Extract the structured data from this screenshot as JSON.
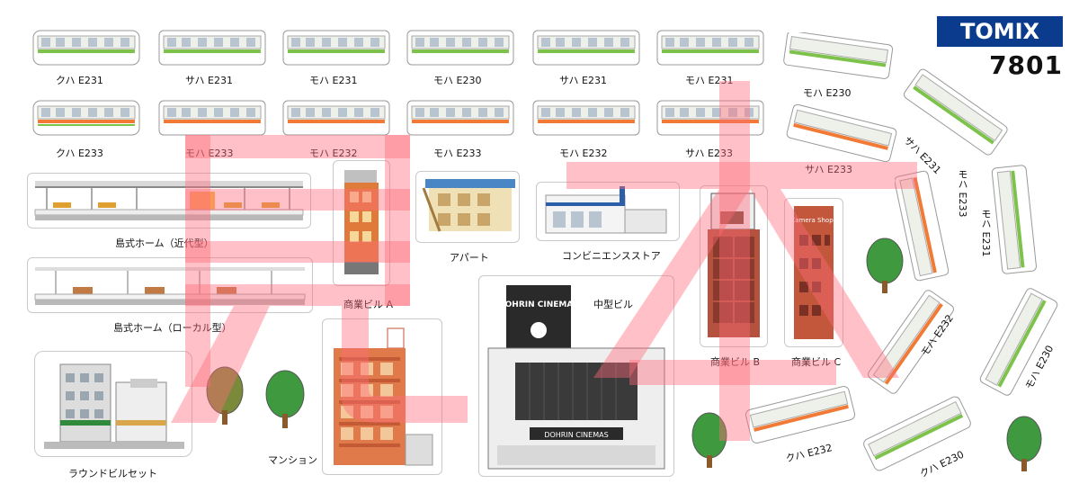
{
  "brand": {
    "logo_text": "TOMIX",
    "product_number": "7801"
  },
  "colors": {
    "green_line": "#7dc24a",
    "orange_line": "#f07a36",
    "watermark": "#ff7a86",
    "logo_bg": "#0b3b8c"
  },
  "cars_row1": [
    {
      "label": "クハ E231",
      "stripe": "green"
    },
    {
      "label": "サハ E231",
      "stripe": "green"
    },
    {
      "label": "モハ E231",
      "stripe": "green"
    },
    {
      "label": "モハ E230",
      "stripe": "green"
    },
    {
      "label": "サハ E231",
      "stripe": "green"
    },
    {
      "label": "モハ E231",
      "stripe": "green"
    }
  ],
  "cars_row2": [
    {
      "label": "クハ E233",
      "stripe": "orange"
    },
    {
      "label": "モハ E233",
      "stripe": "orange"
    },
    {
      "label": "モハ E232",
      "stripe": "orange"
    },
    {
      "label": "モハ E233",
      "stripe": "orange"
    },
    {
      "label": "モハ E232",
      "stripe": "orange"
    },
    {
      "label": "サハ E233",
      "stripe": "orange"
    }
  ],
  "cars_rotated": [
    {
      "label": "モハ E230",
      "stripe": "green"
    },
    {
      "label": "サハ E231",
      "stripe": "green"
    },
    {
      "label": "サハ E233",
      "stripe": "orange"
    },
    {
      "label": "モハ E233",
      "stripe": "orange"
    },
    {
      "label": "モハ E231",
      "stripe": "green"
    },
    {
      "label": "モハ E232",
      "stripe": "orange"
    },
    {
      "label": "モハ E230",
      "stripe": "green"
    },
    {
      "label": "クハ E232",
      "stripe": "orange"
    },
    {
      "label": "クハ E230",
      "stripe": "green"
    }
  ],
  "structures": {
    "platform_modern": "島式ホーム（近代型）",
    "platform_local": "島式ホーム（ローカル型）",
    "commercial_a": "商業ビル A",
    "apartment": "アパート",
    "convenience_store": "コンビニエンスストア",
    "commercial_b": "商業ビル B",
    "commercial_c": "商業ビル C",
    "mid_building": "中型ビル",
    "round_building_set": "ラウンドビルセット",
    "mansion": "マンション",
    "cinema_sign": "DOHRIN CINEMAS",
    "cinema_marquee": "DOHRIN CINEMAS",
    "shop_sign": "Camera Shop"
  }
}
